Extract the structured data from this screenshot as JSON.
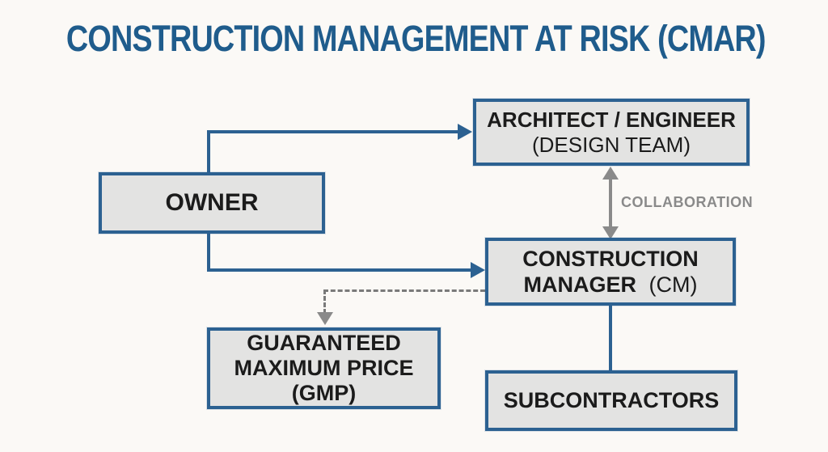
{
  "title": "CONSTRUCTION MANAGEMENT AT RISK (CMAR)",
  "colors": {
    "title_blue": "#1f5c8c",
    "accent_blue": "#2c6191",
    "box_fill": "#e3e3e2",
    "gray_arrow": "#8a8a8a",
    "text_black": "#1b1b1b",
    "background": "#fbf9f6"
  },
  "nodes": {
    "owner": {
      "label": "OWNER"
    },
    "architect": {
      "title": "ARCHITECT / ENGINEER",
      "subtitle": "(DESIGN TEAM)"
    },
    "construction_manager": {
      "line1": "CONSTRUCTION",
      "line2_bold": "MANAGER",
      "line2_light": "(CM)"
    },
    "gmp": {
      "line1": "GUARANTEED",
      "line2": "MAXIMUM PRICE",
      "line3": "(GMP)"
    },
    "subcontractors": {
      "label": "SUBCONTRACTORS"
    }
  },
  "edges": {
    "collaboration_label": "COLLABORATION"
  }
}
